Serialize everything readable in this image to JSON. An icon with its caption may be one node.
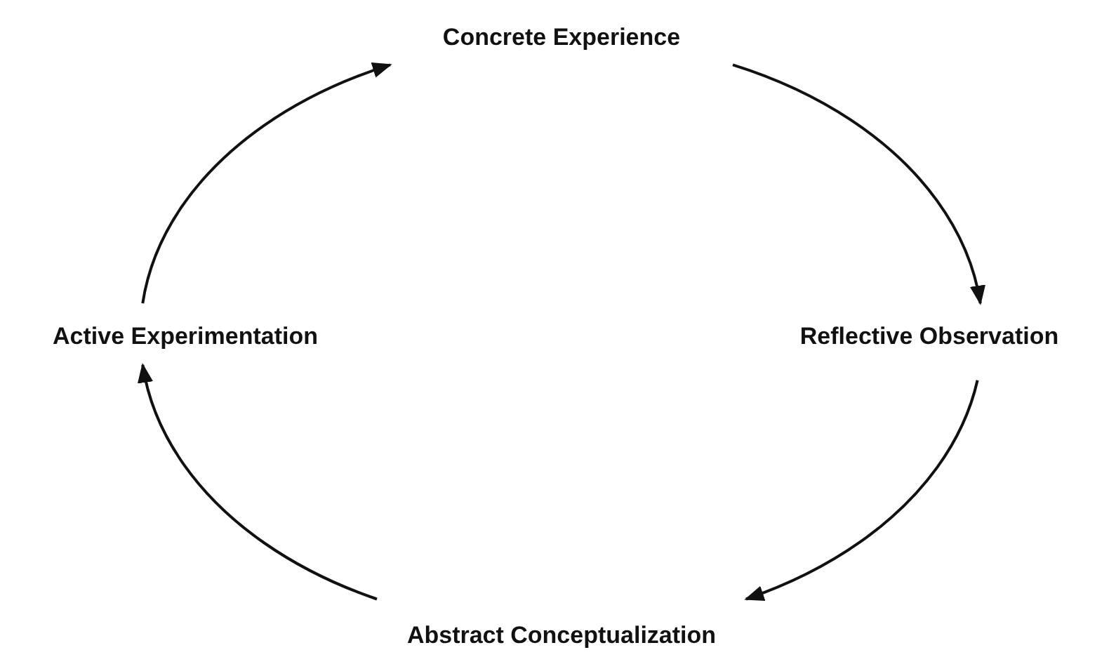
{
  "diagram": {
    "nodes": [
      {
        "text": [
          "Concrete Experience"
        ]
      },
      {
        "text": [
          "Reflective Observation"
        ]
      },
      {
        "text": [
          "Abstract Conceptualization"
        ]
      },
      {
        "text": [
          "Active Experimentation"
        ]
      }
    ],
    "edges": [
      {
        "from": 0,
        "to": 1,
        "arrow": "to"
      },
      {
        "from": 1,
        "to": 2,
        "arrow": "to"
      },
      {
        "from": 2,
        "to": 3,
        "arrow": "to"
      },
      {
        "from": 3,
        "to": 0,
        "arrow": "to"
      }
    ]
  }
}
